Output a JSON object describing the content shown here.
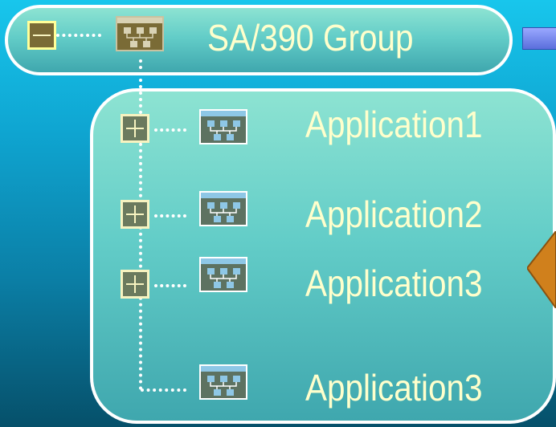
{
  "group": {
    "label": "SA/390 Group"
  },
  "applications": [
    {
      "label": "Application1"
    },
    {
      "label": "Application2"
    },
    {
      "label": "Application3"
    },
    {
      "label": "Application3"
    }
  ],
  "colors": {
    "label_text": "#ffffcc",
    "panel": "#63cdc8",
    "background": "#0b7fa6",
    "accent_arrow": "#d0801c"
  },
  "icons": {
    "expander_collapsed": "plus-box-icon",
    "expander_expanded": "minus-box-icon",
    "node": "network-tree-icon"
  }
}
